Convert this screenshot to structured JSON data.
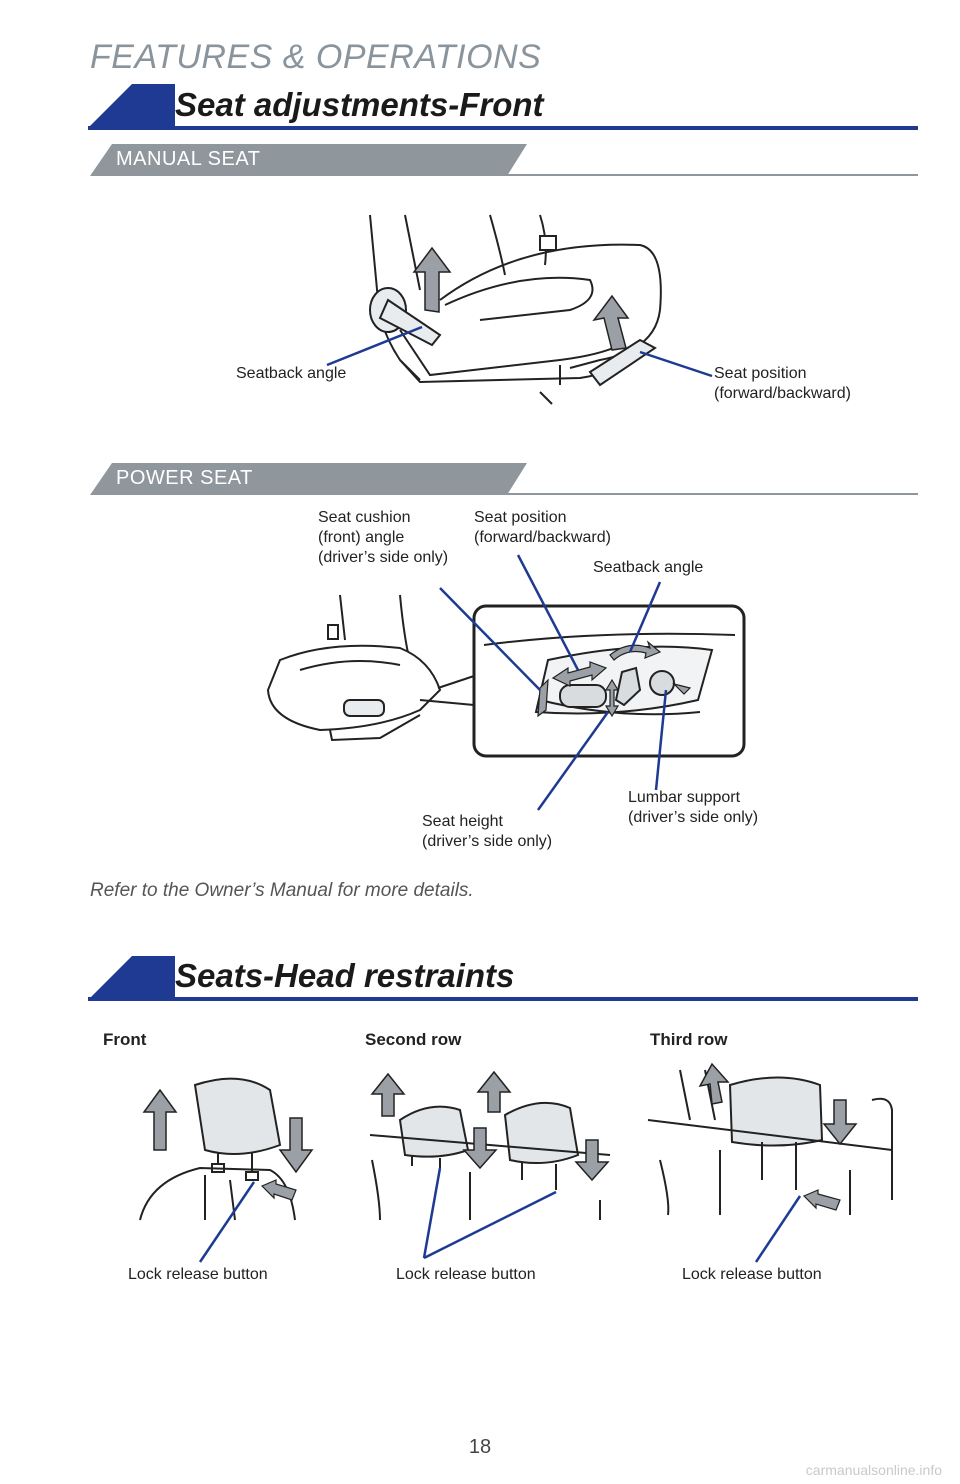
{
  "page": {
    "section_title": "FEATURES & OPERATIONS",
    "page_number": "18",
    "watermark": "carmanualsonline.info"
  },
  "seat_adjust": {
    "heading": "Seat adjustments-Front",
    "manual": {
      "title": "MANUAL SEAT",
      "label_seatback": "Seatback angle",
      "label_position": "Seat position\n(forward/backward)"
    },
    "power": {
      "title": "POWER SEAT",
      "label_cushion": "Seat cushion\n(front) angle\n(driver’s side only)",
      "label_position": "Seat position\n(forward/backward)",
      "label_seatback": "Seatback angle",
      "label_height": "Seat height\n(driver’s side only)",
      "label_lumbar": "Lumbar support\n(driver’s side only)"
    },
    "note": "Refer to the Owner’s Manual for more details."
  },
  "head_restraints": {
    "heading": "Seats-Head restraints",
    "columns": [
      {
        "title": "Front",
        "label": "Lock release button"
      },
      {
        "title": "Second row",
        "label": "Lock release button"
      },
      {
        "title": "Third row",
        "label": "Lock release button"
      }
    ]
  },
  "colors": {
    "brand_blue": "#1f3a93",
    "band_gray": "#8f979d",
    "arrow_gray": "#9aa0a6",
    "leader_blue": "#1f3a93"
  }
}
